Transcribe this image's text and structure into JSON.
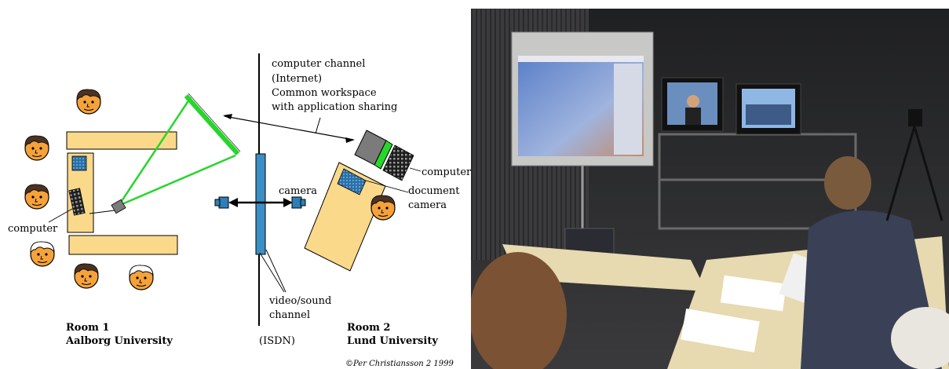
{
  "diagram": {
    "labels": {
      "computer_channel": "computer  channel",
      "internet": "(Internet)",
      "common_workspace": "Common workspace",
      "application_sharing": "with application sharing",
      "computer_right": "computer",
      "document": "document",
      "document_camera": "camera",
      "camera": "camera",
      "computer_left": "computer",
      "video_sound": "video/sound",
      "channel": "channel",
      "isdn": "(ISDN)",
      "room1": "Room 1",
      "room1_name": "Aalborg University",
      "room2": "Room 2",
      "room2_name": "Lund University",
      "copyright": "©Per Christiansson 2 1999"
    },
    "colors": {
      "table": "#fbd98a",
      "face": "#f6a23a",
      "hair_dark": "#4a3322",
      "hair_white": "#ffffff",
      "screen": "#27d62a",
      "isdn_bar": "#3a8fc4",
      "device": "#2e7fb8",
      "computer_gray": "#7b7b7b"
    }
  },
  "photo": {
    "colors": {
      "wall": "#2a2a2c",
      "screen": "#c8c8c6",
      "desk": "#e7d9b0"
    }
  }
}
